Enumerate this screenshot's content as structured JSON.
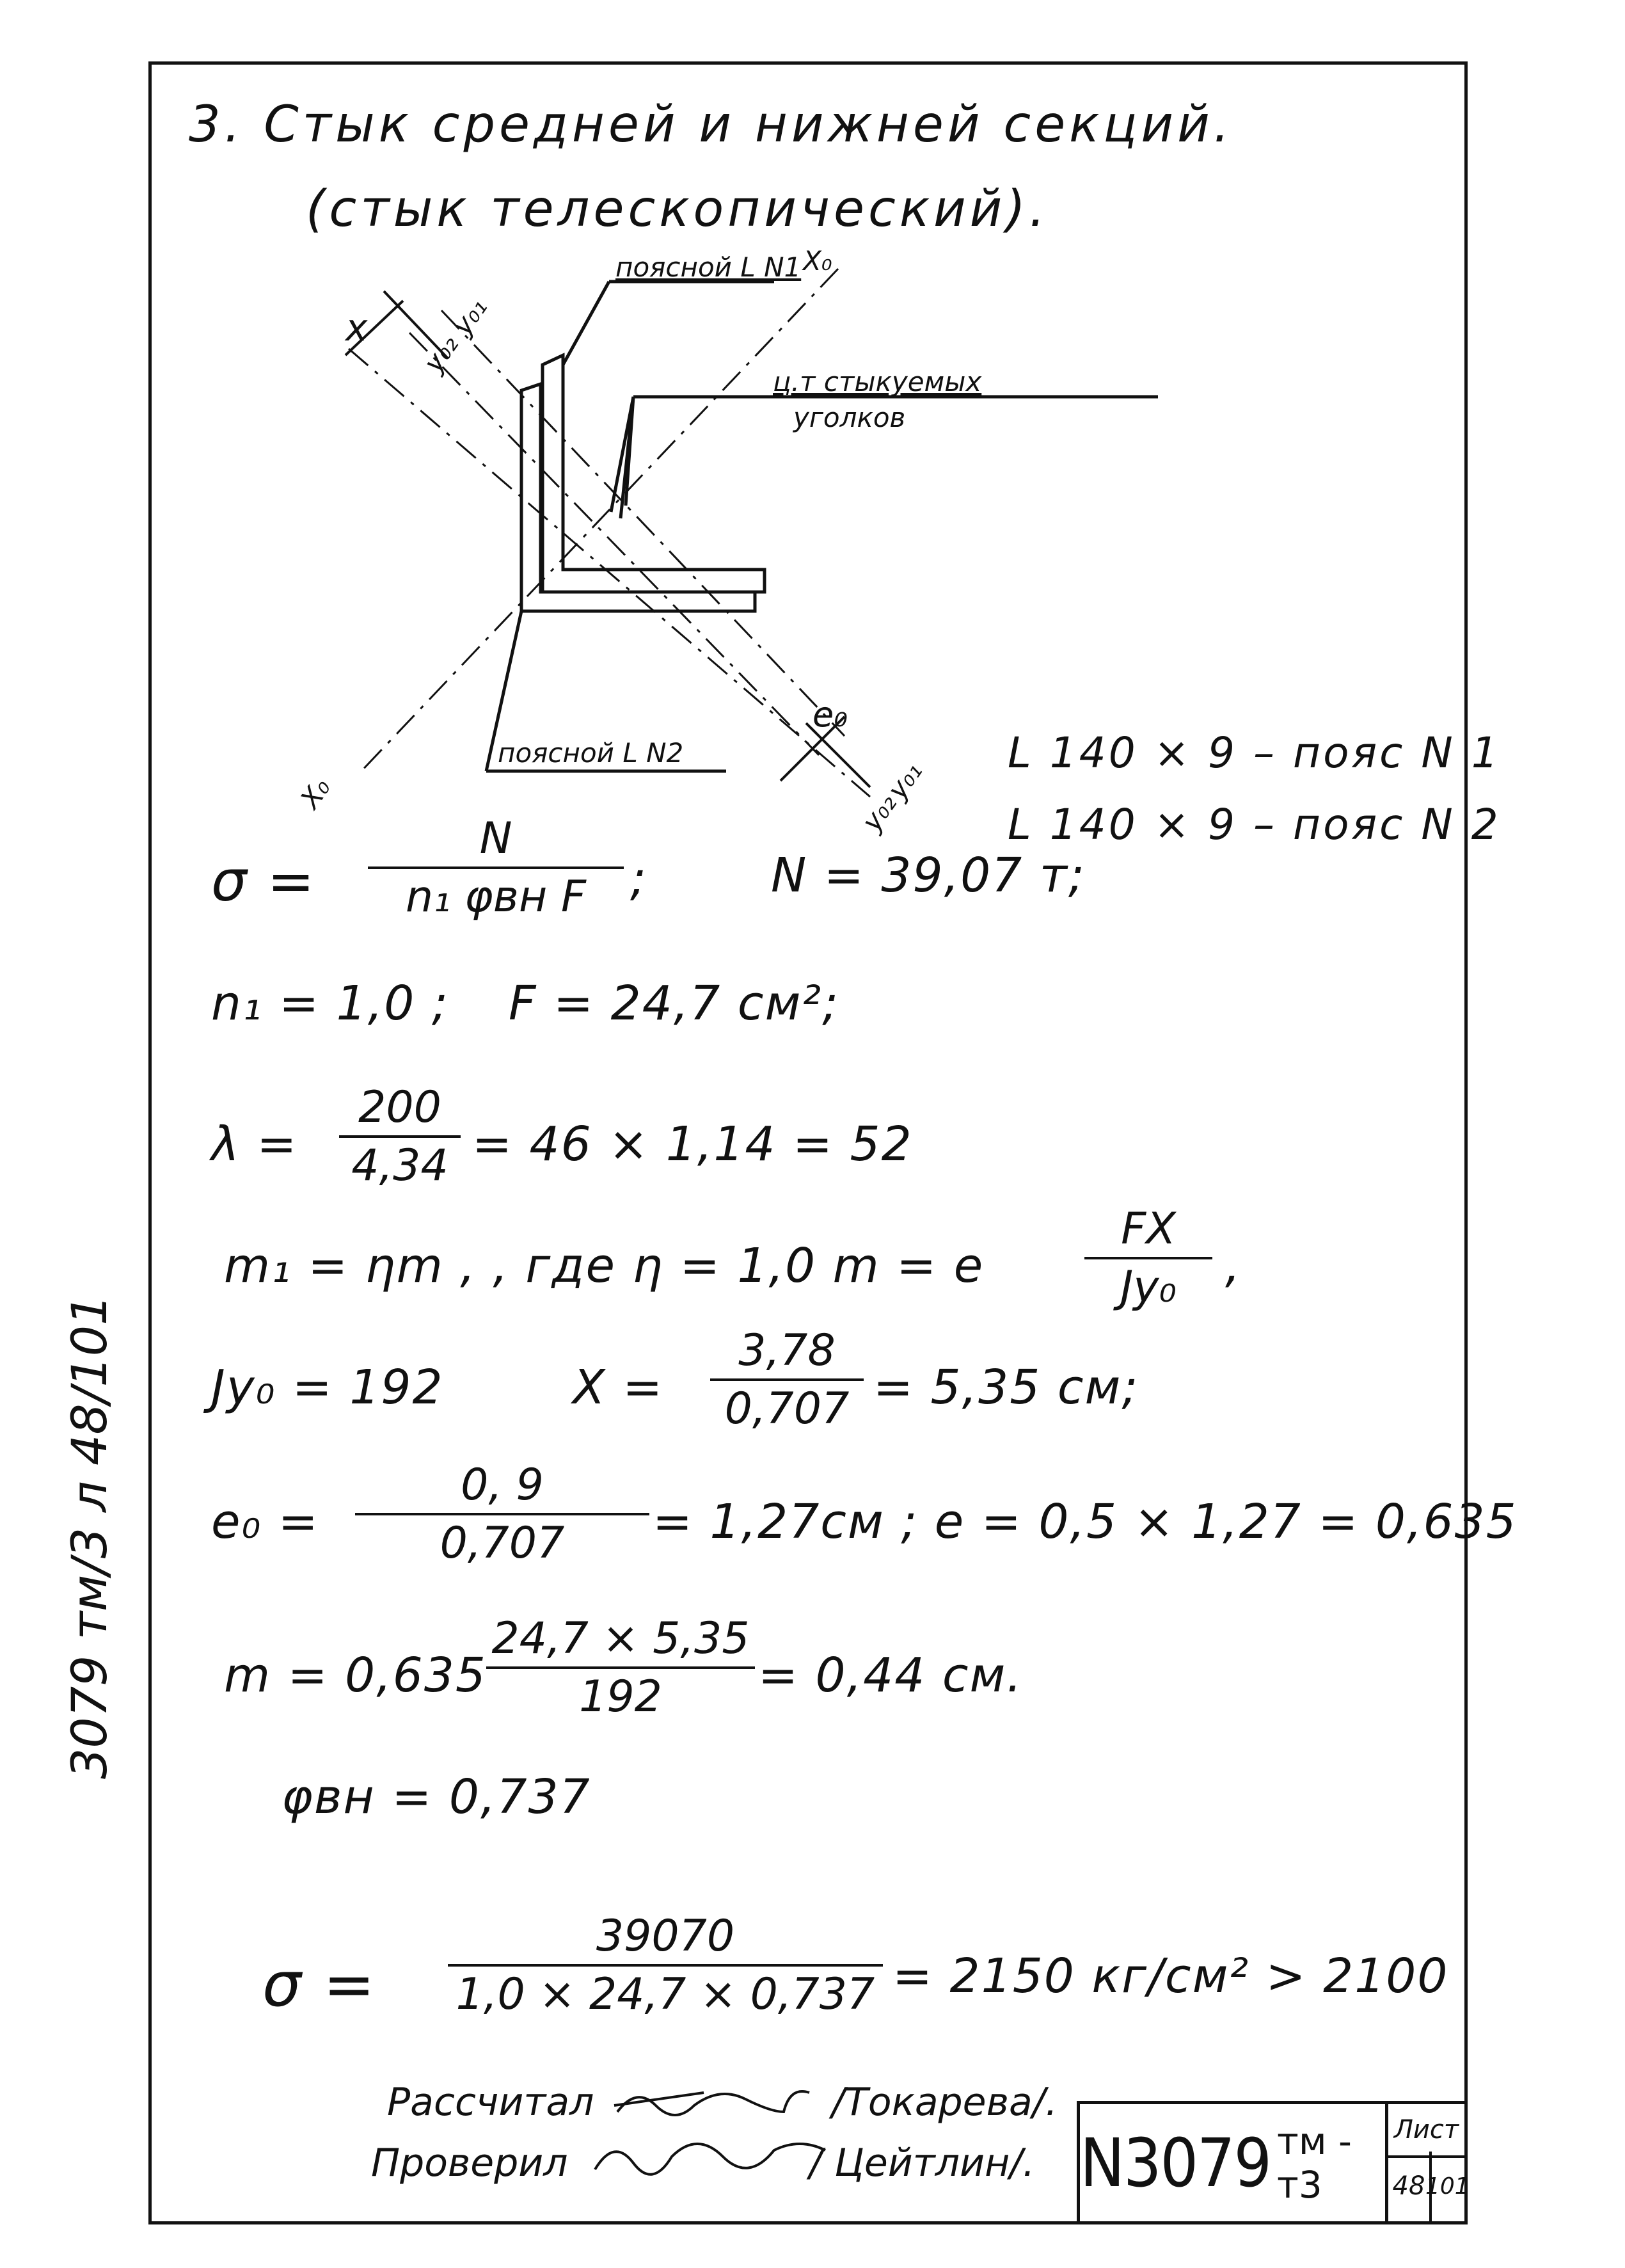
{
  "heading": {
    "line1": "3. Стык средней и нижней секций.",
    "line2": "(стык телескопический)."
  },
  "diagram": {
    "label_chord1": "поясной L N1",
    "label_chord2": "поясной L N2",
    "label_ct_line1": "ц.т стыкуемых",
    "label_ct_line2": "уголков",
    "label_x": "x",
    "label_x0_top": "X₀",
    "label_x0_bottom": "X₀",
    "label_y01_top": "y₀₁",
    "label_y02_top": "y₀₂",
    "label_y01_bottom": "y₀₁",
    "label_y02_bottom": "y₀₂",
    "label_e0": "e₀"
  },
  "specs": {
    "line1": "L 140 × 9 – пояс N 1",
    "line2": "L 140 × 9 – пояс N 2"
  },
  "formulas": {
    "sigma_lhs": "σ =",
    "sigma_num": "N",
    "sigma_den": "n₁ φвн F",
    "sigma_sep": ";",
    "N_value": "N = 39,07 т;",
    "n1": "n₁ = 1,0 ;",
    "F": "F = 24,7 см²;",
    "lambda_lhs": "λ =",
    "lambda_num": "200",
    "lambda_den": "4,34",
    "lambda_rhs": "= 46 × 1,14 = 52",
    "m1_lhs": "m₁ = ηm , , где  η = 1,0     m = e",
    "m1_num": "FX",
    "m1_den": "Jy₀",
    "m1_tail": ",",
    "Jy0": "Jy₀ = 192",
    "X_lhs": "X =",
    "X_num": "3,78",
    "X_den": "0,707",
    "X_rhs": "= 5,35 см;",
    "e0_lhs": "e₀ =",
    "e0_num": "0, 9",
    "e0_den": "0,707",
    "e0_rhs": "= 1,27см ;   e = 0,5 × 1,27 = 0,635",
    "m_lhs": "m = 0,635",
    "m_num": "24,7 × 5,35",
    "m_den": "192",
    "m_rhs": "= 0,44 см.",
    "phi": "φвн = 0,737",
    "sigma2_lhs": "σ =",
    "sigma2_num": "39070",
    "sigma2_den": "1,0 × 24,7 × 0,737",
    "sigma2_rhs": "= 2150 кг/см² > 2100"
  },
  "side_note": "3079 тм/3   л 48/101",
  "signatures": {
    "calc_label": "Рассчитал",
    "calc_name": "/Токарева/.",
    "check_label": "Проверил",
    "check_name": "/ Цейтлин/."
  },
  "stamp": {
    "code_big": "N3079",
    "code_small": "тм - т3",
    "sheet_label": "Лист",
    "sheet_no": "48",
    "sheet_total": "101"
  }
}
